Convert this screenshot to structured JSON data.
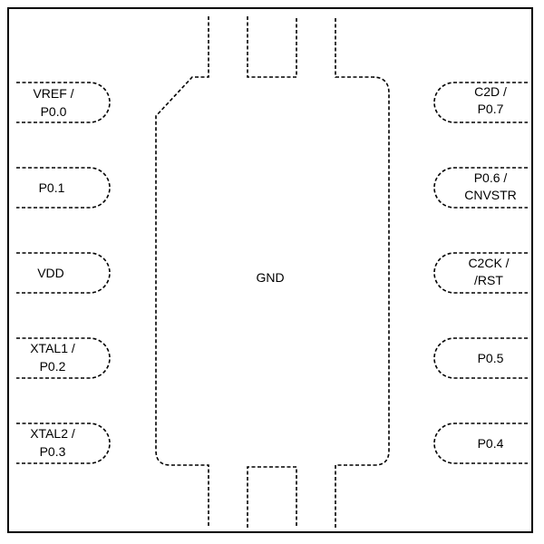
{
  "package": {
    "center_pad": {
      "label": "GND"
    },
    "left_pins": [
      {
        "line1": "VREF /",
        "line2": "P0.0"
      },
      {
        "line1": "P0.1",
        "line2": ""
      },
      {
        "line1": "VDD",
        "line2": ""
      },
      {
        "line1": "XTAL1 /",
        "line2": "P0.2"
      },
      {
        "line1": "XTAL2 /",
        "line2": "P0.3"
      }
    ],
    "right_pins": [
      {
        "line1": "C2D /",
        "line2": "P0.7"
      },
      {
        "line1": "P0.6 /",
        "line2": "CNVSTR"
      },
      {
        "line1": "C2CK /",
        "line2": "/RST"
      },
      {
        "line1": "P0.5",
        "line2": ""
      },
      {
        "line1": "P0.4",
        "line2": ""
      }
    ]
  }
}
